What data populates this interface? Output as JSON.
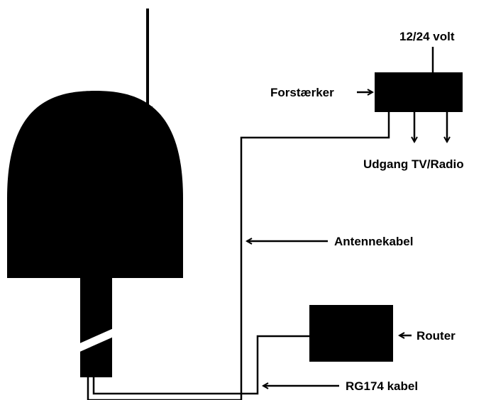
{
  "labels": {
    "voltage": "12/24 volt",
    "amplifier": "Forstærker",
    "output": "Udgang TV/Radio",
    "antenna_cable": "Antennekabel",
    "router": "Router",
    "rg174_cable": "RG174 kabel"
  },
  "colors": {
    "ink": "#000000",
    "background": "#ffffff"
  }
}
